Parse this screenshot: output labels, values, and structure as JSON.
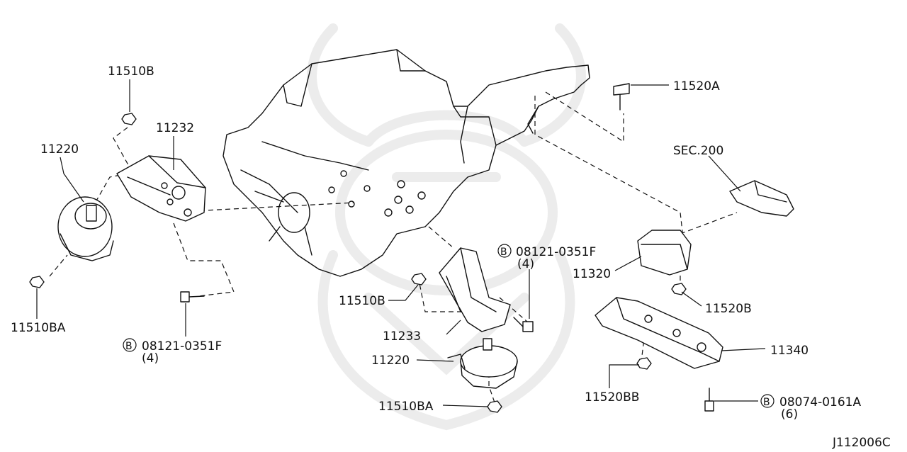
{
  "diagram_id": "J112006C",
  "parts": {
    "p11510b_top": "11510B",
    "p11232": "11232",
    "p11220_left": "11220",
    "p11510ba_left": "11510BA",
    "bolt_left": "08121-0351F",
    "bolt_left_qty": "(4)",
    "bolt_mid": "08121-0351F",
    "bolt_mid_qty": "(4)",
    "p11510b_mid": "11510B",
    "p11233": "11233",
    "p11220_mid": "11220",
    "p11510ba_mid": "11510BA",
    "p11520a": "11520A",
    "sec200": "SEC.200",
    "p11320": "11320",
    "p11520b": "11520B",
    "p11340": "11340",
    "p11520bb": "11520BB",
    "bolt_right": "08074-0161A",
    "bolt_right_qty": "(6)"
  },
  "bolt_marker": "B",
  "colors": {
    "line": "#111111",
    "watermark": "#ececec",
    "background": "#ffffff"
  }
}
